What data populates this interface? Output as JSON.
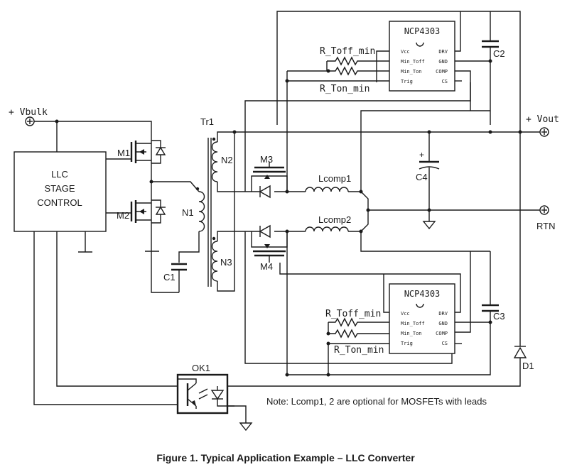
{
  "diagram": {
    "caption": "Figure 1. Typical Application Example – LLC Converter",
    "note": "Note: Lcomp1, 2 are optional for MOSFETs with leads",
    "controller": {
      "line1": "LLC",
      "line2": "STAGE",
      "line3": "CONTROL"
    },
    "terminals": {
      "vbulk": "+ Vbulk",
      "vout": "+ Vout",
      "rtn": "RTN"
    },
    "labels": {
      "tr1": "Tr1",
      "n1": "N1",
      "n2": "N2",
      "n3": "N3",
      "m1": "M1",
      "m2": "M2",
      "m3": "M3",
      "m4": "M4",
      "c1": "C1",
      "c2": "C2",
      "c3": "C3",
      "c4": "C4",
      "lcomp1": "Lcomp1",
      "lcomp2": "Lcomp2",
      "d1": "D1",
      "ok1": "OK1",
      "plus": "+"
    },
    "ic_top": {
      "name": "NCP4303",
      "pins_left": [
        "Vcc",
        "Min_Toff",
        "Min_Ton",
        "Trig"
      ],
      "pins_right": [
        "DRV",
        "GND",
        "COMP",
        "CS"
      ],
      "r_toff": "R_Toff_min",
      "r_ton": "R_Ton_min"
    },
    "ic_bottom": {
      "name": "NCP4303",
      "pins_left": [
        "Vcc",
        "Min_Toff",
        "Min_Ton",
        "Trig"
      ],
      "pins_right": [
        "DRV",
        "GND",
        "COMP",
        "CS"
      ],
      "r_toff": "R_Toff_min",
      "r_ton": "R_Ton_min"
    }
  }
}
